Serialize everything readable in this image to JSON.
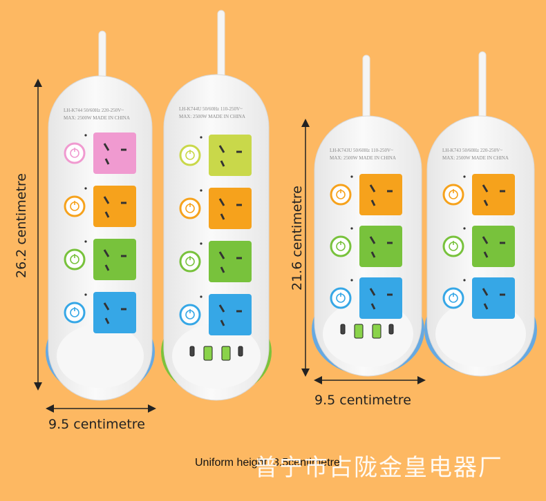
{
  "dimension_labels": {
    "height_large": "26.2 centimetre",
    "width_large": "9.5 centimetre",
    "height_small": "21.6 centimetre",
    "width_small": "9.5 centimetre"
  },
  "footer_note": "Uniform height: 3.5centimetre",
  "watermark": "普宁市占陇金皇电器厂",
  "strips": [
    {
      "model_text": "LH-K744",
      "spec_text": "50/60Hz 220-250V~",
      "rating_text": "MAX: 2500W  MADE IN CHINA",
      "base_color": "#66a9e2",
      "socket_colors": [
        "#f09ad0",
        "#f6a21c",
        "#78c23c",
        "#36a7e6"
      ],
      "usb": false
    },
    {
      "model_text": "LH-K744U",
      "spec_text": "50/60Hz 110-250V~",
      "rating_text": "MAX: 2500W  MADE IN CHINA",
      "base_color": "#7cc23a",
      "socket_colors": [
        "#c9d84a",
        "#f6a21c",
        "#78c23c",
        "#36a7e6"
      ],
      "usb": true
    },
    {
      "model_text": "LH-K743U",
      "spec_text": "50/60Hz 110-250V~",
      "rating_text": "MAX: 2500W  MADE IN CHINA",
      "base_color": "#66a9e2",
      "socket_colors": [
        "#f6a21c",
        "#78c23c",
        "#36a7e6"
      ],
      "usb": true
    },
    {
      "model_text": "LH-K743",
      "spec_text": "50/60Hz 220-250V~",
      "rating_text": "MAX: 2500W  MADE IN CHINA",
      "base_color": "#66a9e2",
      "socket_colors": [
        "#f6a21c",
        "#78c23c",
        "#36a7e6"
      ],
      "usb": false
    }
  ],
  "colors": {
    "background": "#fdb862",
    "strip_body": "#f3f3f3",
    "cord": "#f5f5f5"
  },
  "icons": [
    "power-button-icon",
    "socket-icon",
    "usb-port-icon",
    "double-arrow-icon"
  ]
}
